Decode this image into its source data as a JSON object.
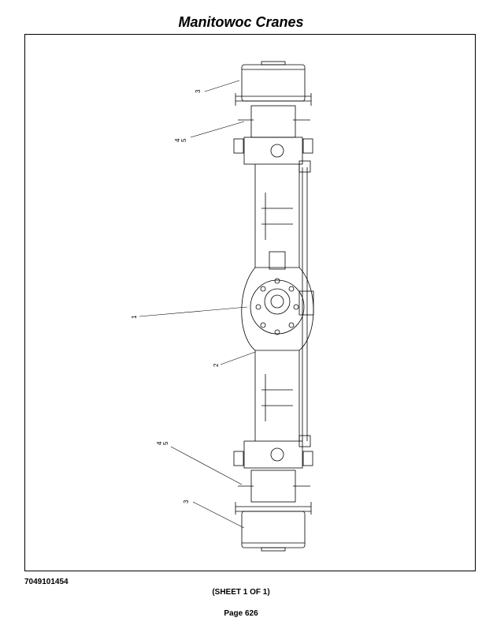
{
  "header": {
    "title": "Manitowoc Cranes"
  },
  "drawing": {
    "callouts": {
      "c1": "1",
      "c2": "2",
      "c3_top": "3",
      "c3_bottom": "3",
      "c4_top": "4",
      "c5_top": "5",
      "c4_bottom": "4",
      "c5_bottom": "5"
    }
  },
  "footer": {
    "part_number": "7049101454",
    "sheet": "(SHEET 1 OF 1)",
    "page": "Page 626"
  }
}
